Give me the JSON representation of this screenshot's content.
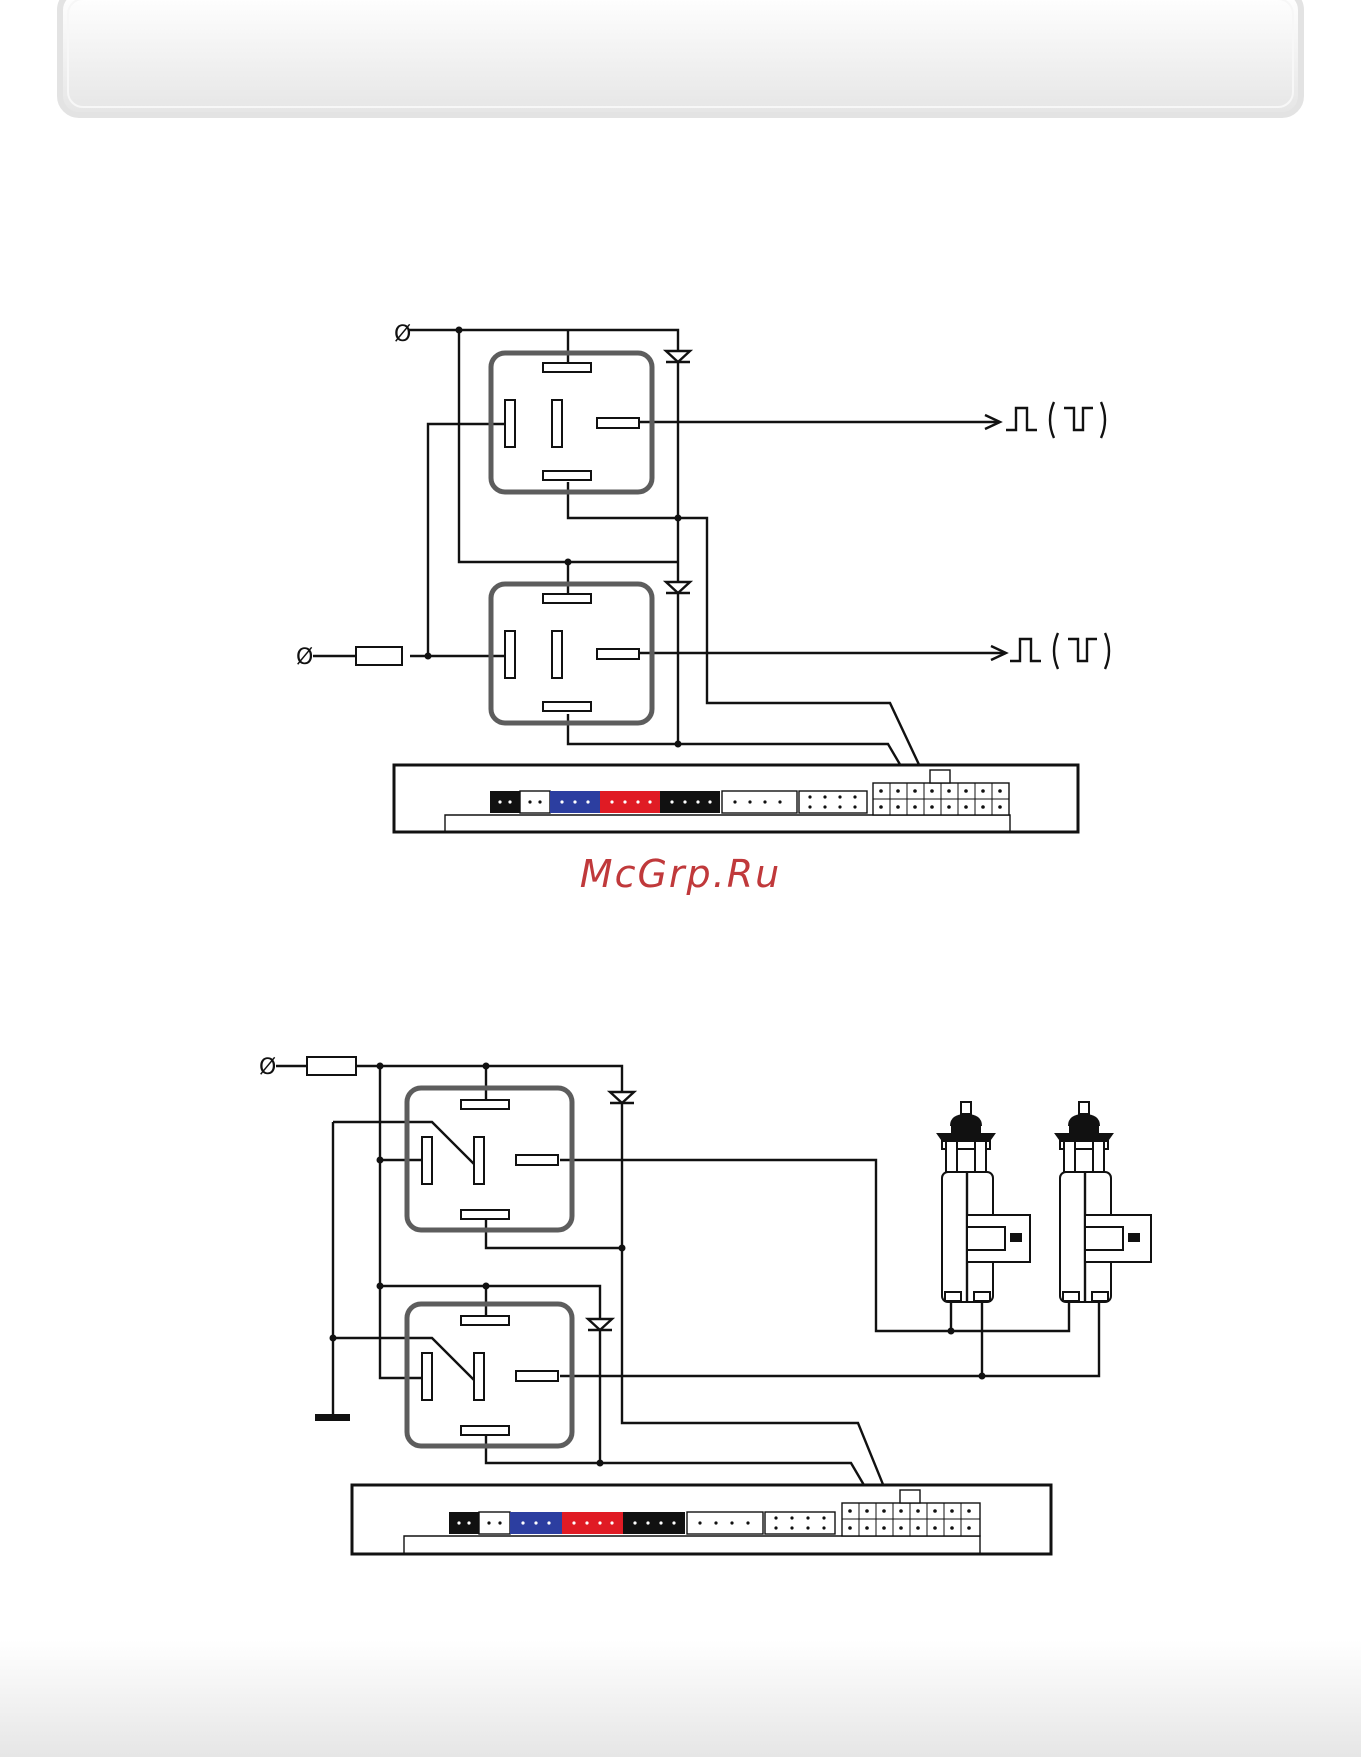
{
  "watermark": {
    "text": "McGrp.Ru",
    "color": "#c0393b"
  },
  "diagram_top": {
    "ground_symbol": "Ø",
    "output_1_label": "⎍ (⨆)",
    "output_2_label": "⎍ (⨆)",
    "connector_colors": [
      "#111111",
      "#ffffff",
      "#2c3ea0",
      "#e01b24",
      "#111111",
      "#ffffff",
      "#ffffff"
    ]
  },
  "diagram_bottom": {
    "ground_symbol": "Ø",
    "connector_colors": [
      "#111111",
      "#ffffff",
      "#2c3ea0",
      "#e01b24",
      "#111111",
      "#ffffff",
      "#ffffff"
    ]
  },
  "icons": {
    "relay": "relay-icon",
    "fuse": "fuse-icon",
    "diode": "diode-icon",
    "actuator": "door-lock-actuator-icon",
    "ground": "ground-icon",
    "control_unit": "control-unit-icon"
  }
}
